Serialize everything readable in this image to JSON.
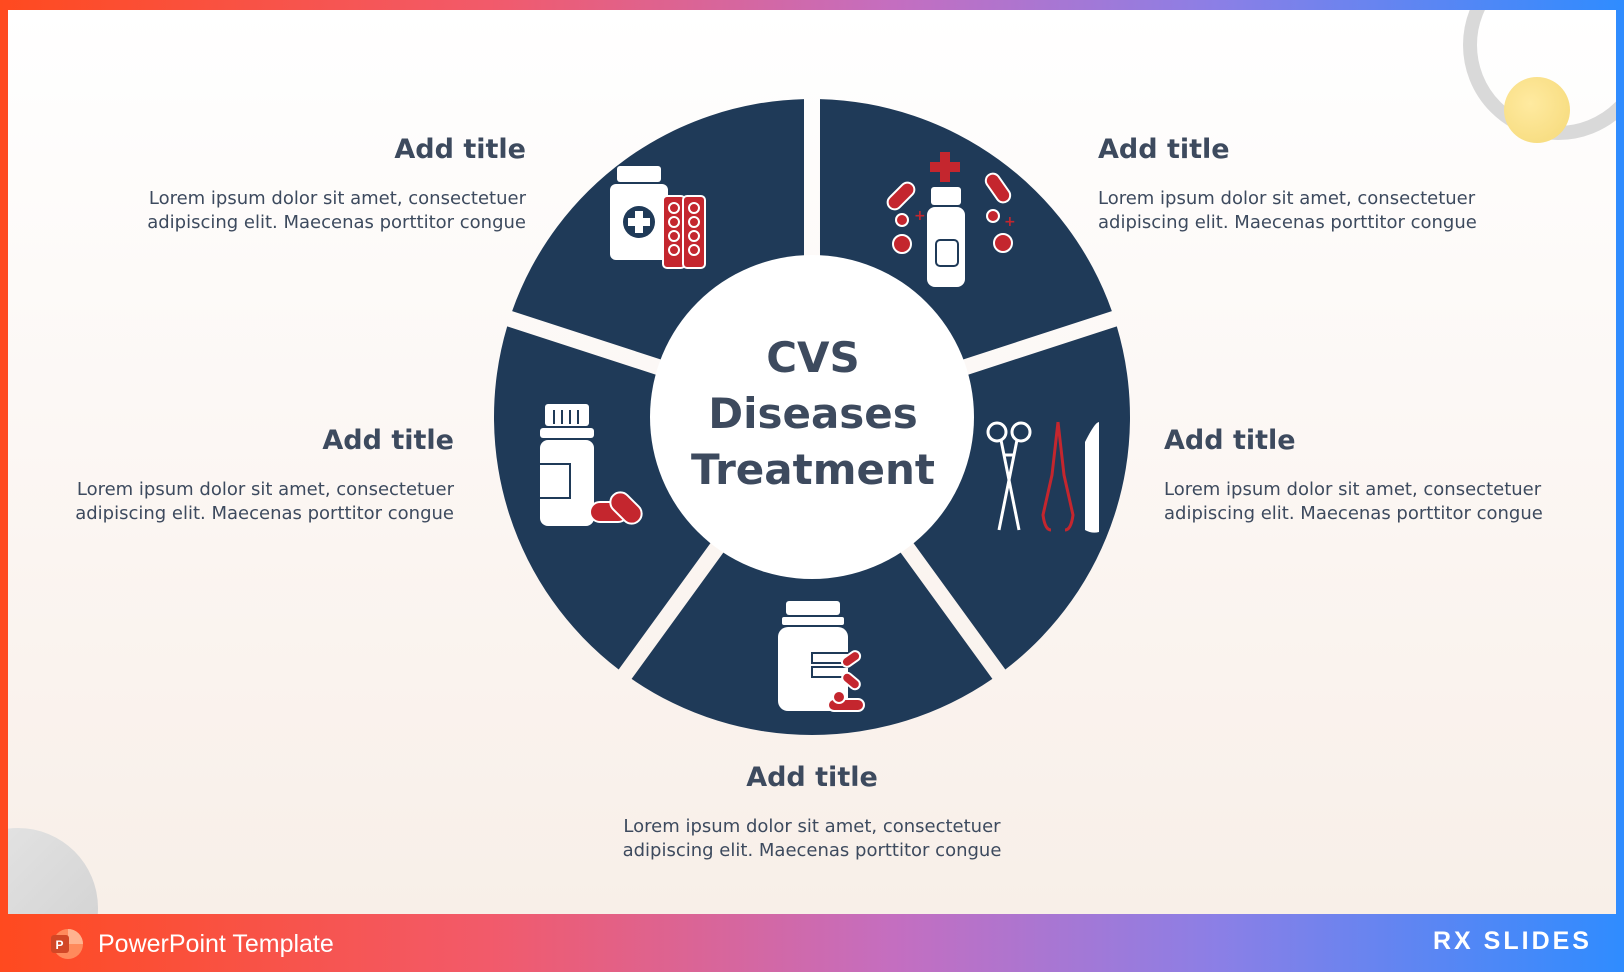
{
  "center": {
    "line1": "CVS",
    "line2": "Diseases",
    "line3": "Treatment"
  },
  "segments": [
    {
      "title": "Add title",
      "description": "Lorem ipsum dolor sit amet, consectetuer adipiscing elit. Maecenas porttitor congue",
      "icon": "medicine-bottle-pill-pack-icon"
    },
    {
      "title": "Add title",
      "description": "Lorem ipsum dolor sit amet, consectetuer adipiscing elit. Maecenas porttitor congue",
      "icon": "medicine-bottle-capsules-icon"
    },
    {
      "title": "Add title",
      "description": "Lorem ipsum dolor sit amet, consectetuer adipiscing elit. Maecenas porttitor congue",
      "icon": "surgical-tools-icon"
    },
    {
      "title": "Add title",
      "description": "Lorem ipsum dolor sit amet, consectetuer adipiscing elit. Maecenas porttitor congue",
      "icon": "pill-jar-icon"
    },
    {
      "title": "Add title",
      "description": "Lorem ipsum dolor sit amet, consectetuer adipiscing elit. Maecenas porttitor congue",
      "icon": "medicine-bottle-pills-icon"
    }
  ],
  "footer": {
    "template_label": "PowerPoint Template",
    "brand": "RX SLIDES",
    "icon": "powerpoint-icon"
  },
  "colors": {
    "segment": "#1f3a58",
    "accent_red": "#c4262e",
    "text": "#3d4a5e"
  }
}
